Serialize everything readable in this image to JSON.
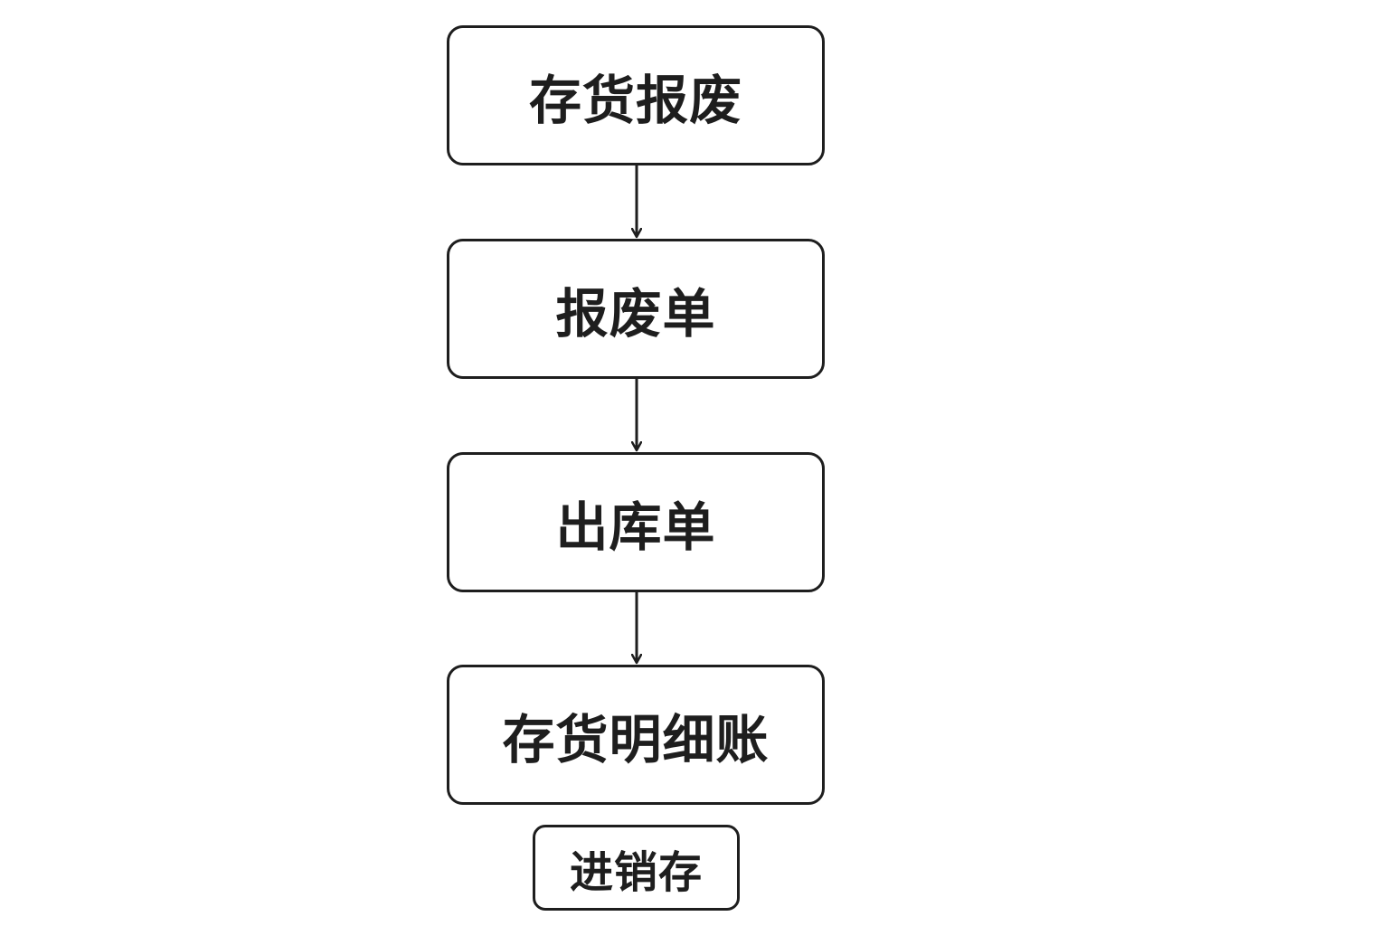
{
  "diagram": {
    "nodes": [
      {
        "id": "n1",
        "label": "存货报废"
      },
      {
        "id": "n2",
        "label": "报废单"
      },
      {
        "id": "n3",
        "label": "出库单"
      },
      {
        "id": "n4",
        "label": "存货明细账"
      },
      {
        "id": "n5",
        "label": "进销存"
      }
    ],
    "edges": [
      {
        "from": "n1",
        "to": "n2"
      },
      {
        "from": "n2",
        "to": "n3"
      },
      {
        "from": "n3",
        "to": "n4"
      }
    ],
    "colors": {
      "stroke": "#1e1e1e",
      "background": "#ffffff",
      "text": "#1e1e1e"
    }
  }
}
